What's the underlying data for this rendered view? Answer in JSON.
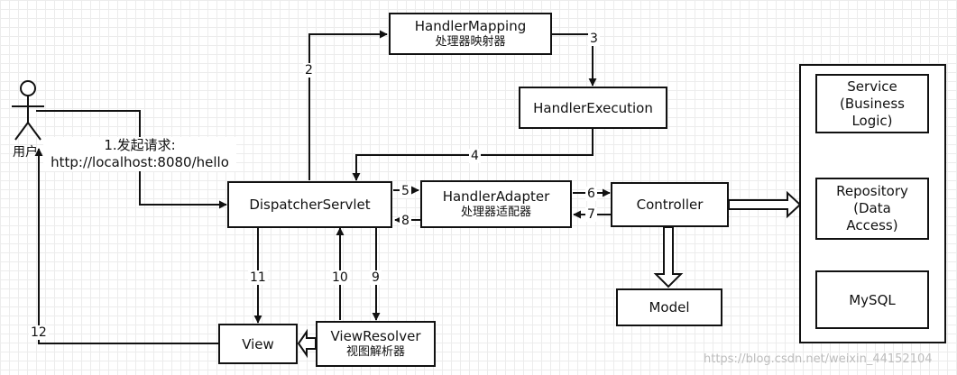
{
  "actor": {
    "label": "用户"
  },
  "request": {
    "line1": "1.发起请求:",
    "line2": "http://localhost:8080/hello"
  },
  "nodes": {
    "handler_mapping": {
      "title": "HandlerMapping",
      "subtitle": "处理器映射器"
    },
    "handler_execution": {
      "title": "HandlerExecution"
    },
    "dispatcher_servlet": {
      "title": "DispatcherServlet"
    },
    "handler_adapter": {
      "title": "HandlerAdapter",
      "subtitle": "处理器适配器"
    },
    "controller": {
      "title": "Controller"
    },
    "model": {
      "title": "Model"
    },
    "view": {
      "title": "View"
    },
    "view_resolver": {
      "title": "ViewResolver",
      "subtitle": "视图解析器"
    },
    "service": {
      "title": "Service\n(Business\nLogic)"
    },
    "repository": {
      "title": "Repository\n(Data\nAccess)"
    },
    "mysql": {
      "title": "MySQL"
    }
  },
  "steps": [
    "2",
    "3",
    "4",
    "5",
    "6",
    "7",
    "8",
    "9",
    "10",
    "11",
    "12"
  ],
  "watermark": "https://blog.csdn.net/weixin_44152104"
}
